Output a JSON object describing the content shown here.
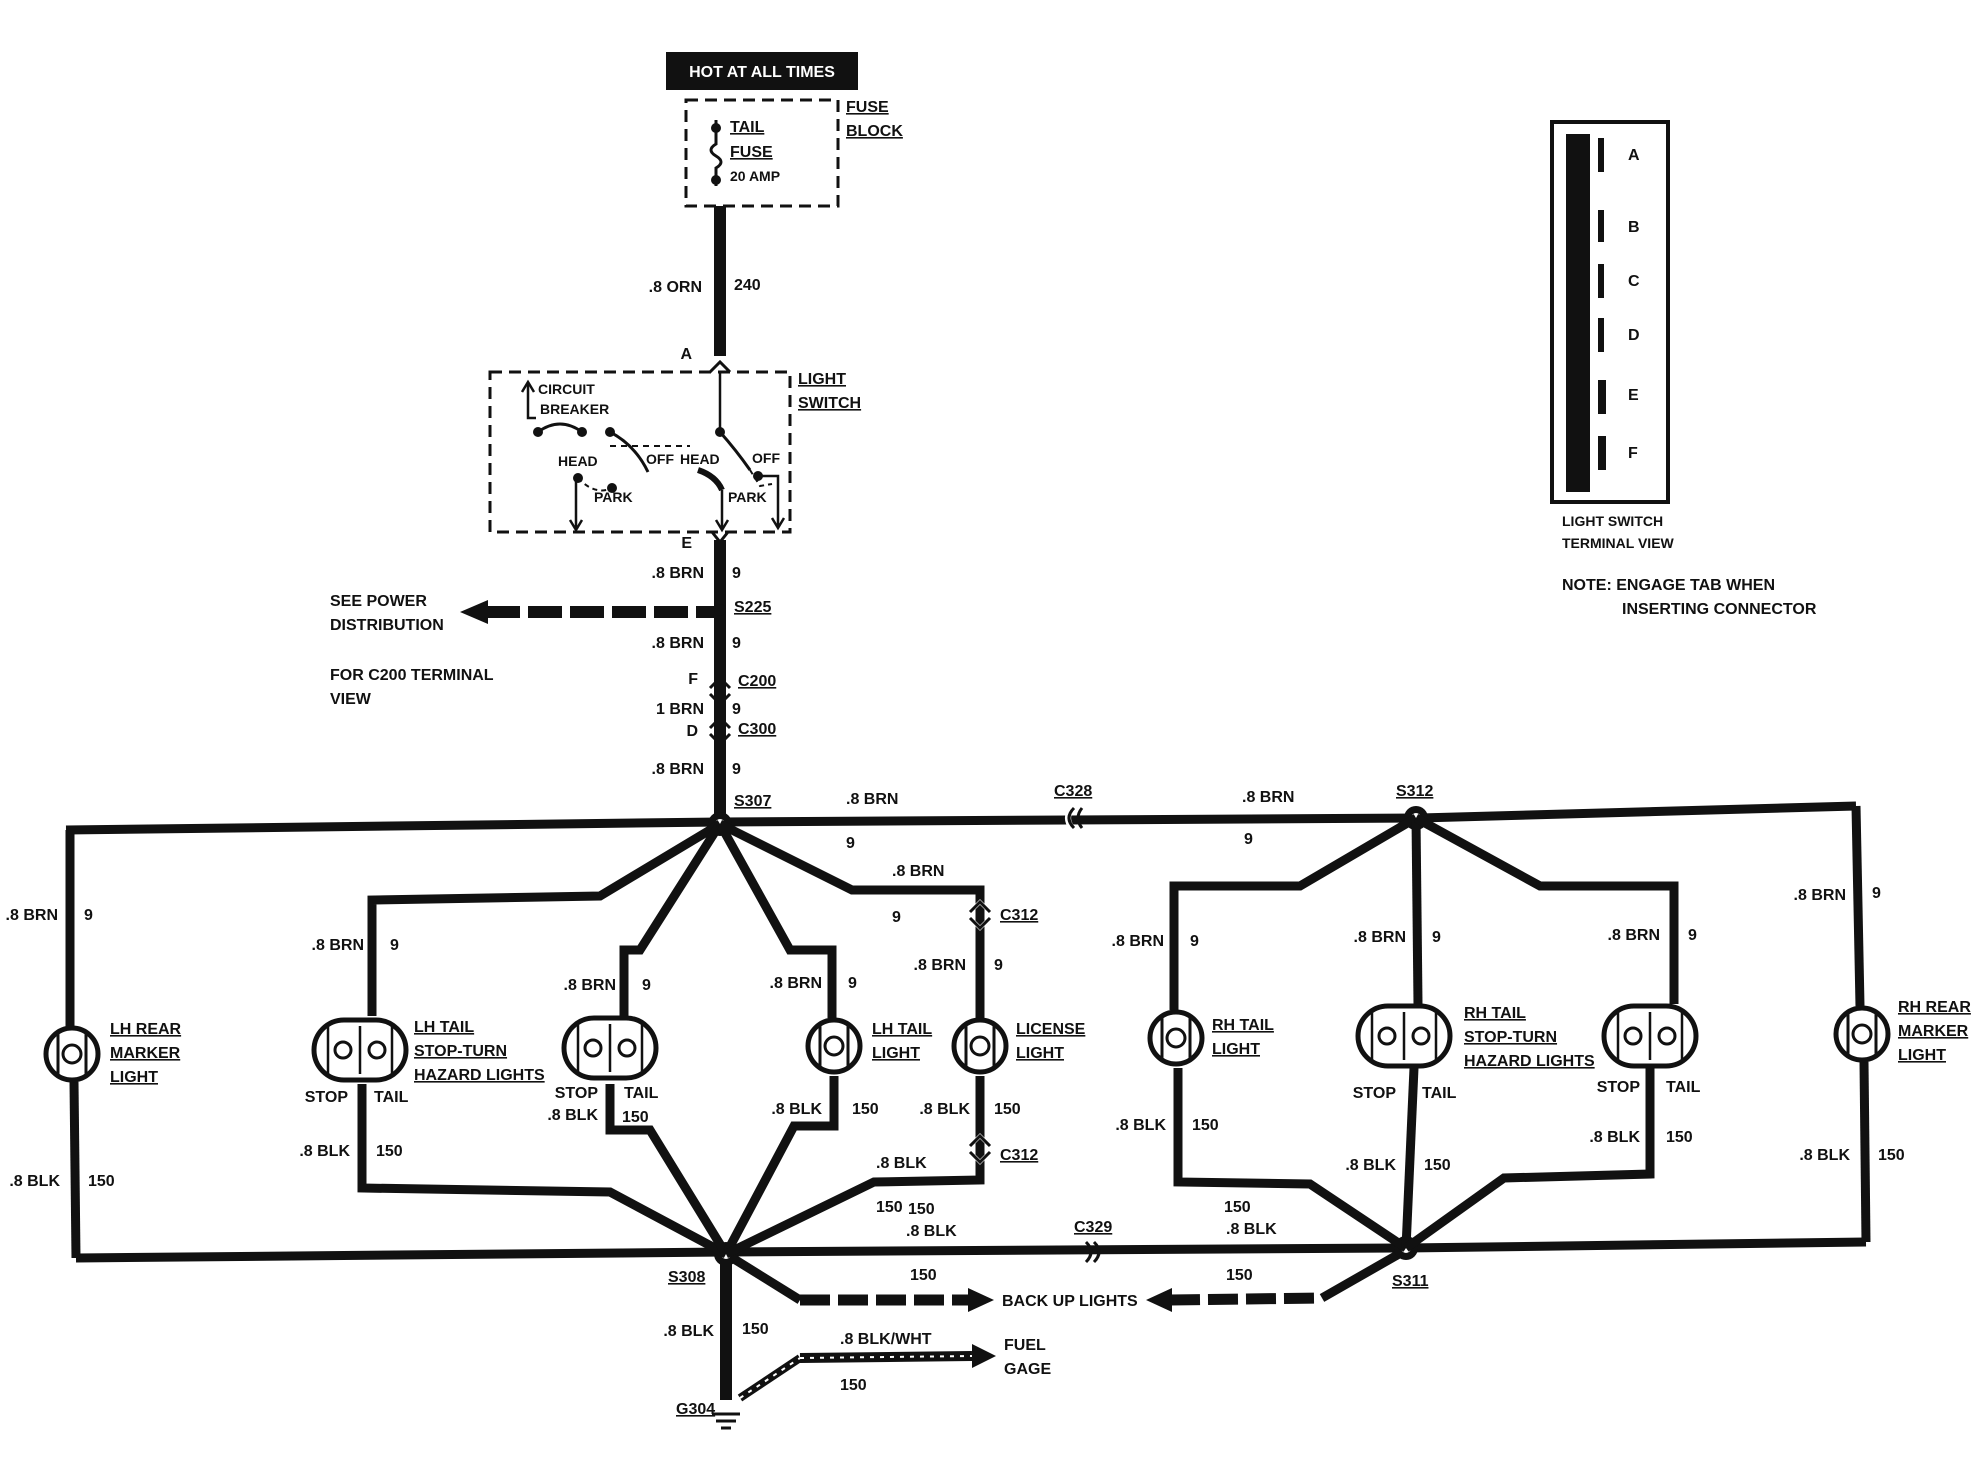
{
  "header": {
    "hot_label": "HOT AT ALL TIMES"
  },
  "fuse": {
    "line1": "TAIL",
    "line2": "FUSE",
    "rating": "20 AMP",
    "block_line1": "FUSE",
    "block_line2": "BLOCK"
  },
  "feed": {
    "gauge": ".8 ORN",
    "circuit": "240",
    "term_a": "A",
    "term_e": "E"
  },
  "light_switch": {
    "title1": "LIGHT",
    "title2": "SWITCH",
    "cb1": "CIRCUIT",
    "cb2": "BREAKER",
    "head_left": "HEAD",
    "off_left": "OFF",
    "park_left": "PARK",
    "head_right": "HEAD",
    "off_right": "OFF",
    "park_right": "PARK"
  },
  "terminal_view": {
    "terminals": [
      "A",
      "B",
      "C",
      "D",
      "E",
      "F"
    ],
    "caption1": "LIGHT SWITCH",
    "caption2": "TERMINAL VIEW",
    "note1": "NOTE:  ENGAGE TAB WHEN",
    "note2": "INSERTING CONNECTOR"
  },
  "trunk": {
    "g1": ".8 BRN",
    "c1": "9",
    "s225": "S225",
    "power1": "SEE POWER",
    "power2": "DISTRIBUTION",
    "g2": ".8 BRN",
    "c2": "9",
    "c200_note1": "FOR C200 TERMINAL",
    "c200_note2": "VIEW",
    "term_f": "F",
    "c200": "C200",
    "g3": "1 BRN",
    "c3": "9",
    "term_d": "D",
    "c300": "C300",
    "g4": ".8 BRN",
    "c4": "9"
  },
  "splices": {
    "s307": "S307",
    "s308": "S308",
    "s311": "S311",
    "s312": "S312",
    "g304": "G304"
  },
  "top_bus": {
    "g_left": ".8 BRN",
    "c_left": "9",
    "c328": "C328",
    "g_right": ".8 BRN",
    "c_right": "9"
  },
  "lh_marker": {
    "g_top": ".8 BRN",
    "c_top": "9",
    "name1": "LH REAR",
    "name2": "MARKER",
    "name3": "LIGHT",
    "g_bot": ".8 BLK",
    "c_bot": "150"
  },
  "lh_stop_turn": {
    "g_top": ".8 BRN",
    "c_top": "9",
    "name1": "LH TAIL",
    "name2": "STOP-TURN",
    "name3": "HAZARD LIGHTS",
    "stop": "STOP",
    "tail": "TAIL",
    "g_bot": ".8 BLK",
    "c_bot": "150"
  },
  "lh_stop_2": {
    "g_top": ".8 BRN",
    "c_top": "9",
    "stop": "STOP",
    "tail": "TAIL",
    "g_bot": ".8 BLK",
    "c_bot": "150"
  },
  "lh_tail": {
    "g_top": ".8 BRN",
    "c_top": "9",
    "name1": "LH TAIL",
    "name2": "LIGHT",
    "g_bot": ".8 BLK",
    "c_bot": "150"
  },
  "license": {
    "g_a": ".8 BRN",
    "c_a": "9",
    "c312_top": "C312",
    "g_top": ".8 BRN",
    "c_top": "9",
    "name1": "LICENSE",
    "name2": "LIGHT",
    "g_bot": ".8 BLK",
    "c_bot": "150",
    "c312_bot": "C312",
    "g_b": ".8 BLK",
    "c_b": "150"
  },
  "rh_tail": {
    "g_top": ".8 BRN",
    "c_top": "9",
    "name1": "RH TAIL",
    "name2": "LIGHT",
    "g_bot": ".8 BLK",
    "c_bot": "150"
  },
  "rh_stop_turn": {
    "g_top": ".8 BRN",
    "c_top": "9",
    "name1": "RH TAIL",
    "name2": "STOP-TURN",
    "name3": "HAZARD LIGHTS",
    "stop": "STOP",
    "tail": "TAIL",
    "g_bot": ".8 BLK",
    "c_bot": "150"
  },
  "rh_stop_2": {
    "g_top": ".8 BRN",
    "c_top": "9",
    "stop": "STOP",
    "tail": "TAIL",
    "g_bot": ".8 BLK",
    "c_bot": "150"
  },
  "rh_marker": {
    "g_top": ".8 BRN",
    "c_top": "9",
    "name1": "RH REAR",
    "name2": "MARKER",
    "name3": "LIGHT",
    "g_bot": ".8 BLK",
    "c_bot": "150"
  },
  "bottom_bus": {
    "g_left": ".8 BLK",
    "c_left": "150",
    "c329": "C329",
    "g_right": ".8 BLK",
    "c_right": "150",
    "backup": "BACK UP LIGHTS",
    "c_backup_left": "150",
    "c_backup_right": "150",
    "g_ground": ".8 BLK",
    "c_ground": "150",
    "g_fuel": ".8 BLK/WHT",
    "c_fuel": "150",
    "fuel1": "FUEL",
    "fuel2": "GAGE"
  }
}
